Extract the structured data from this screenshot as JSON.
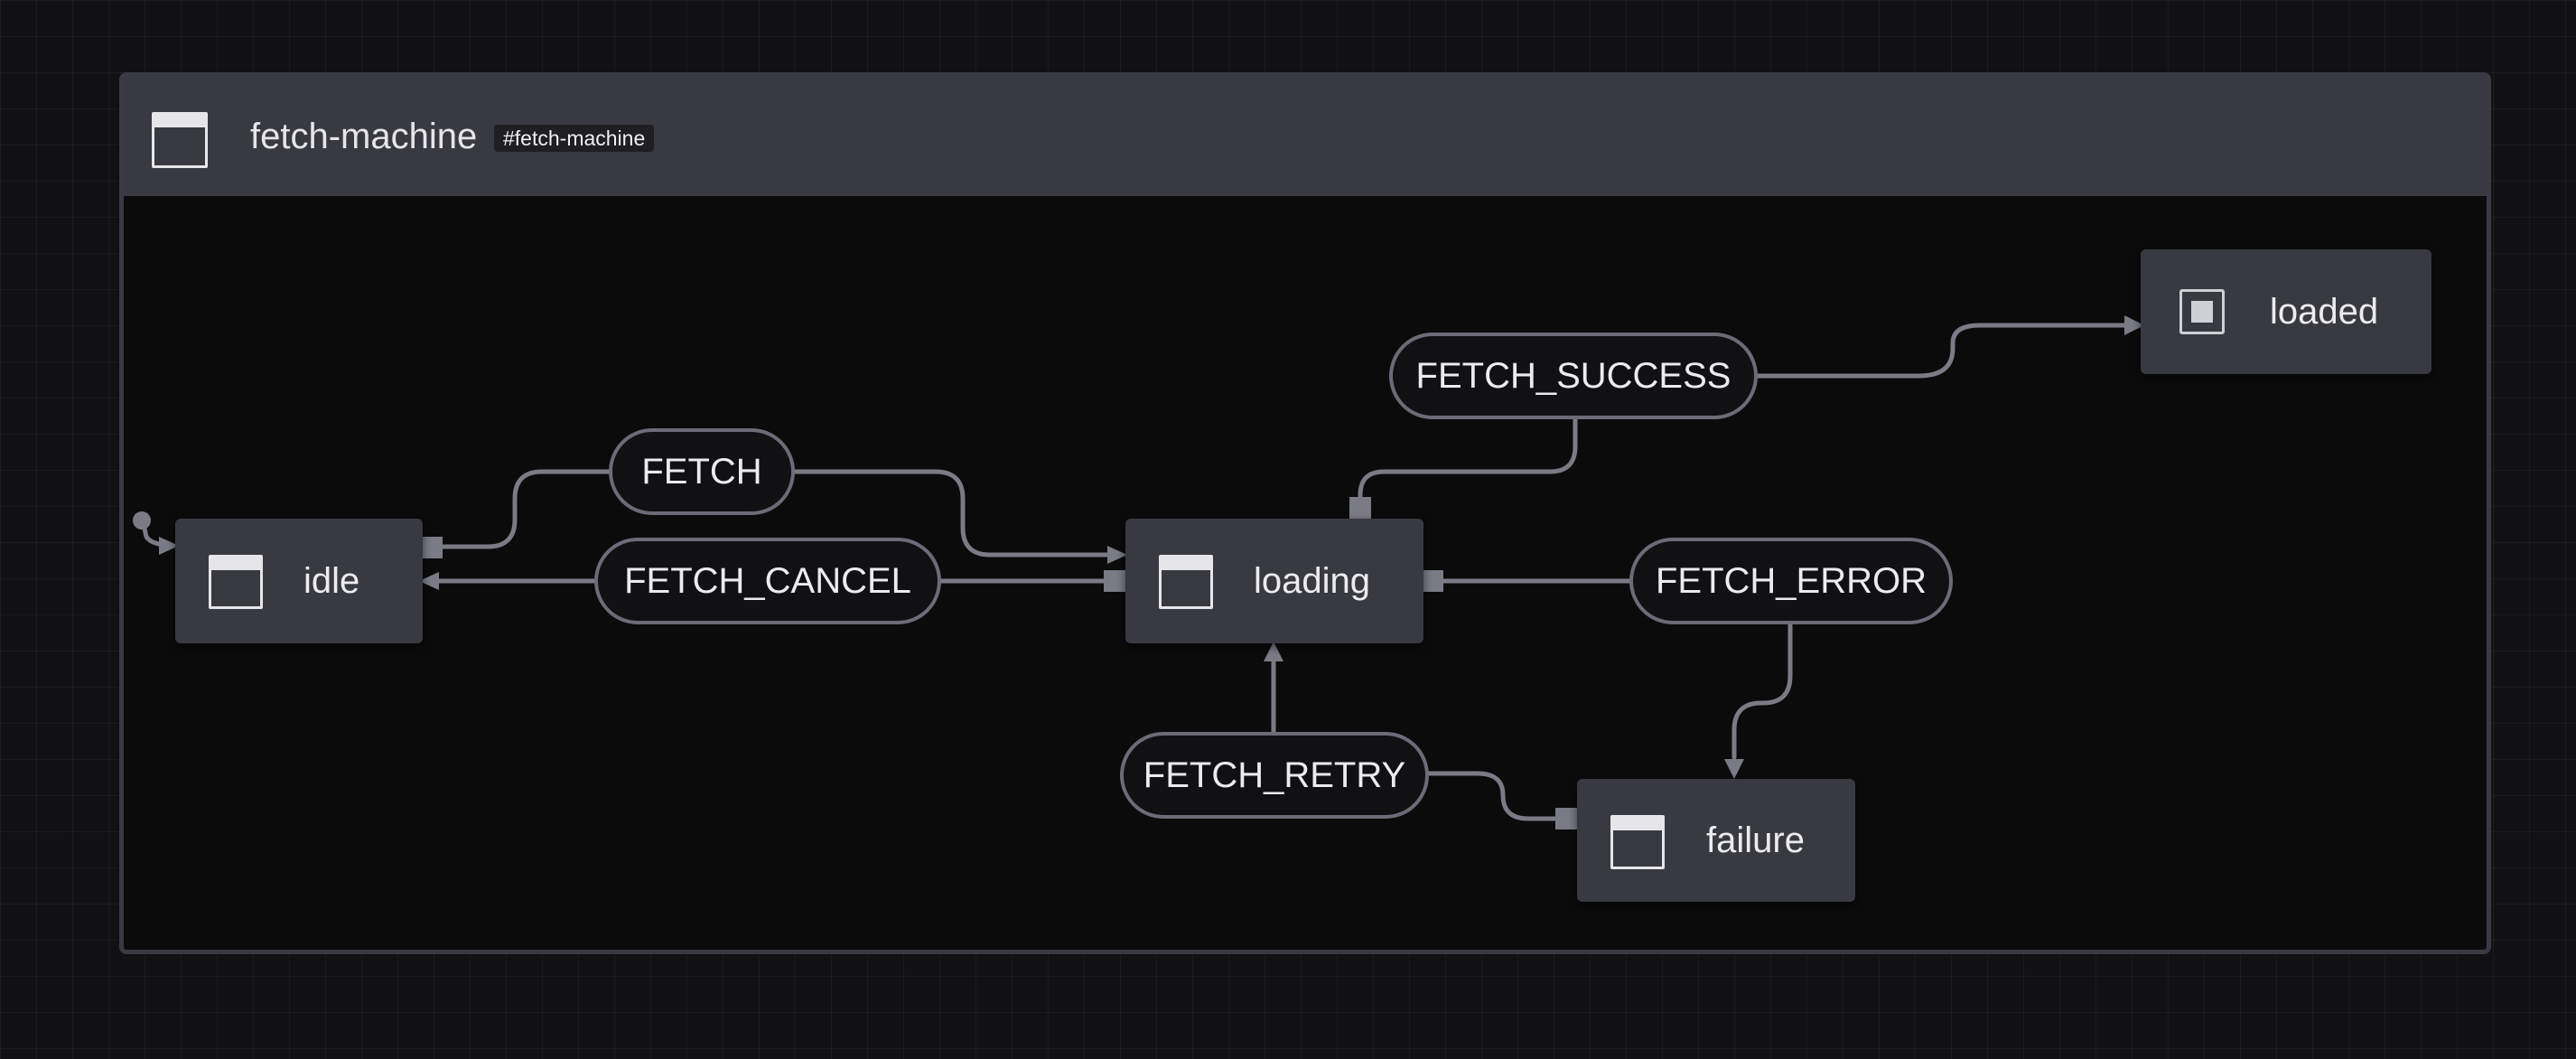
{
  "machine": {
    "title": "fetch-machine",
    "id_badge": "#fetch-machine",
    "icon": "window-icon"
  },
  "states": {
    "idle": {
      "label": "idle",
      "icon": "window-icon"
    },
    "loading": {
      "label": "loading",
      "icon": "window-icon"
    },
    "loaded": {
      "label": "loaded",
      "icon": "final-state-icon"
    },
    "failure": {
      "label": "failure",
      "icon": "window-icon"
    }
  },
  "events": {
    "fetch": "FETCH",
    "fetch_cancel": "FETCH_CANCEL",
    "fetch_success": "FETCH_SUCCESS",
    "fetch_error": "FETCH_ERROR",
    "fetch_retry": "FETCH_RETRY"
  },
  "colors": {
    "background": "#111113",
    "machine_body": "#0b0b0c",
    "header": "#393942",
    "state": "#393942",
    "edge": "#7b7b86",
    "text": "#ececf0"
  }
}
